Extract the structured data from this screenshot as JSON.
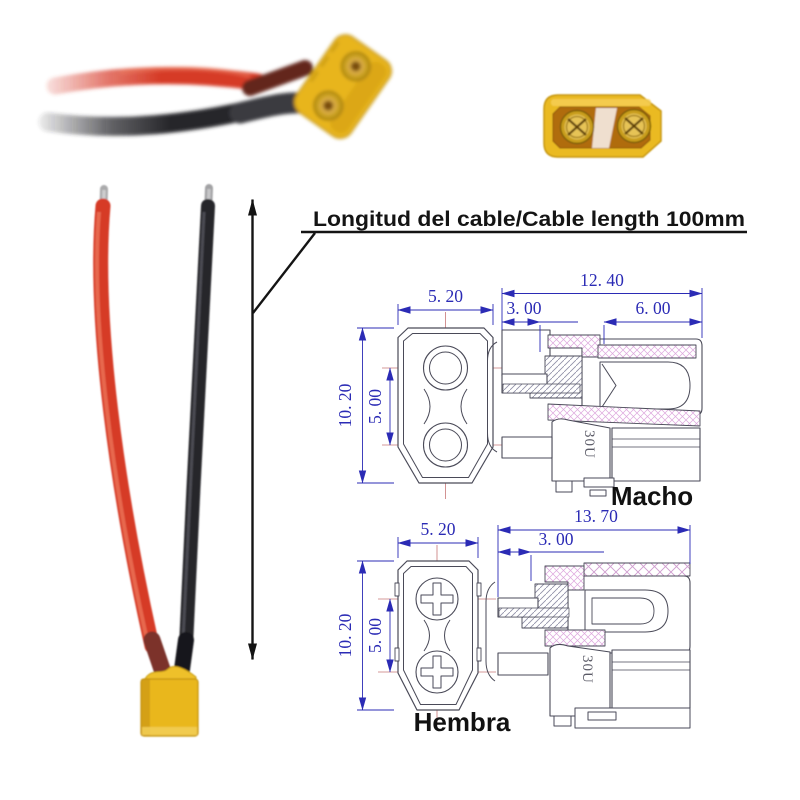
{
  "annotation": {
    "cable_length_label": "Longitud del cable/Cable length 100mm"
  },
  "photos": {
    "connector_with_wires": "XT30 connector with red and black wires, angled view",
    "connector_face": "XT30 connector front face with two gold contacts",
    "cable_with_connector": "Red and black silicone wires entering XT30 connector"
  },
  "drawings": {
    "macho": {
      "label": "Macho",
      "marking": "30U",
      "dims": {
        "width": "5. 20",
        "height": "10. 20",
        "pin_pitch": "5. 00",
        "total_length": "12. 40",
        "tab_length": "3. 00",
        "housing_length": "6. 00"
      }
    },
    "hembra": {
      "label": "Hembra",
      "marking": "30U",
      "dims": {
        "width": "5. 20",
        "height": "10. 20",
        "pin_pitch": "5. 00",
        "total_length": "13. 70",
        "tab_length": "3. 00"
      }
    }
  },
  "colors": {
    "dimension_blue": "#2b2bb5",
    "drawing_line": "#4a4a58",
    "centerline_red": "#c87878",
    "hatch_pink": "#dda6dd",
    "hatch_gray": "#8e8ea6",
    "connector_yellow": "#e8b51e",
    "wire_red": "#d63b28",
    "wire_black": "#26262a",
    "annotation_black": "#141414"
  }
}
